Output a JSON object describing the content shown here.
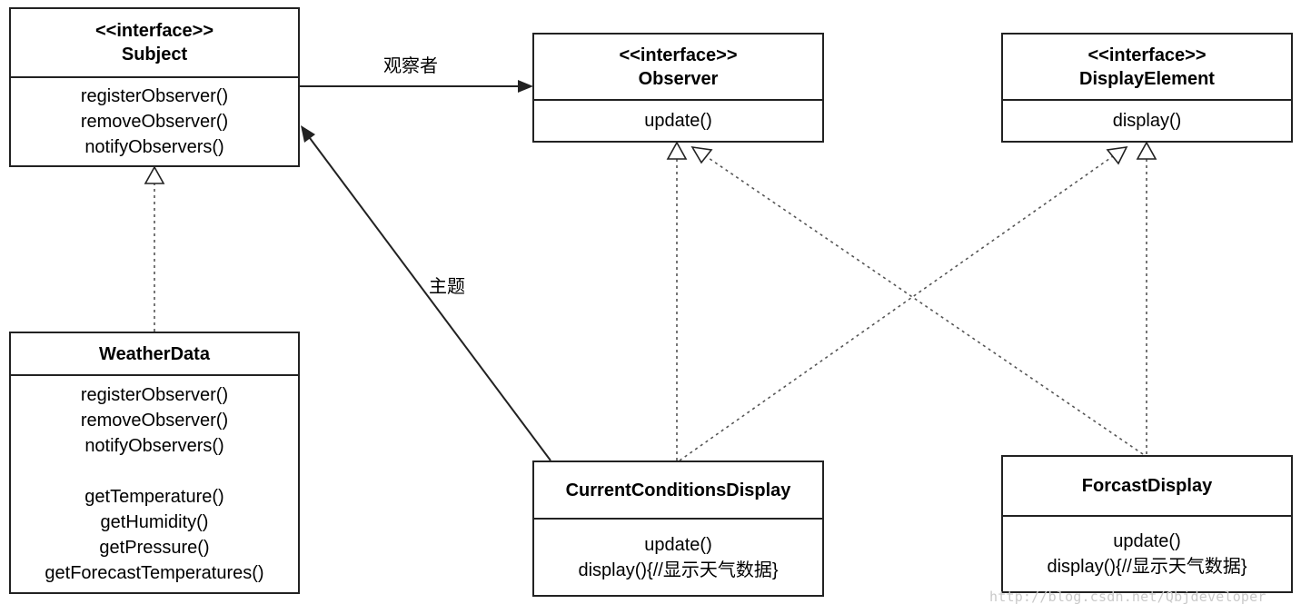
{
  "boxes": {
    "subject": {
      "stereotype": "<<interface>>",
      "name": "Subject",
      "methods": [
        "registerObserver()",
        "removeObserver()",
        "notifyObservers()"
      ]
    },
    "observer": {
      "stereotype": "<<interface>>",
      "name": "Observer",
      "methods": [
        "update()"
      ]
    },
    "display_element": {
      "stereotype": "<<interface>>",
      "name": "DisplayElement",
      "methods": [
        "display()"
      ]
    },
    "weather_data": {
      "name": "WeatherData",
      "methods": [
        "registerObserver()",
        "removeObserver()",
        "notifyObservers()"
      ],
      "getters": [
        "getTemperature()",
        "getHumidity()",
        "getPressure()",
        "getForecastTemperatures()"
      ]
    },
    "current_conditions": {
      "name": "CurrentConditionsDisplay",
      "methods": [
        "update()",
        "display(){//显示天气数据}"
      ]
    },
    "forecast": {
      "name": "ForcastDisplay",
      "methods": [
        "update()",
        "display(){//显示天气数据}"
      ]
    }
  },
  "edge_labels": {
    "observers": "观察者",
    "subject": "主题"
  },
  "watermark": "http://blog.csdn.net/Qbjdeveloper",
  "colors": {
    "line": "#222222",
    "watermark": "#c9c9c9"
  }
}
